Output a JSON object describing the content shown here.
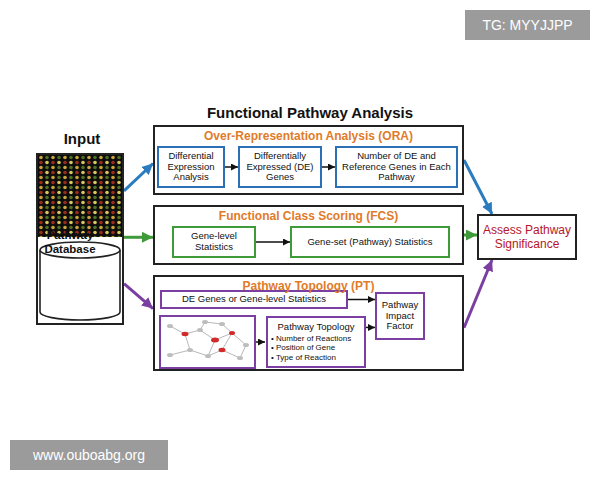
{
  "diagram": {
    "title": "Functional Pathway Analysis",
    "nodes": [
      {
        "text": [
          "Input"
        ]
      },
      {
        "text": [
          "Pathway Database"
        ],
        "in": 0
      },
      {
        "text": [
          "Over-Representation Analysis (ORA)"
        ]
      },
      {
        "text": [
          "Differential Expression Analysis"
        ],
        "in": 2
      },
      {
        "text": [
          "Differentially Expressed (DE) Genes"
        ],
        "in": 2
      },
      {
        "text": [
          "Number of DE and Reference Genes in Each Pathway"
        ],
        "in": 2
      },
      {
        "text": [
          "Functional Class Scoring (FCS)"
        ]
      },
      {
        "text": [
          "Gene-level Statistics"
        ],
        "in": 6
      },
      {
        "text": [
          "Gene-set (Pathway) Statistics"
        ],
        "in": 6
      },
      {
        "text": [
          "Pathway Topology (PT)"
        ]
      },
      {
        "text": [
          "DE Genes or Gene-level Statistics"
        ],
        "in": 9
      },
      {
        "text": [
          "Pathway Topology",
          "• Number of Reactions",
          "• Position of Gene",
          "• Type of Reaction"
        ],
        "in": 9
      },
      {
        "text": [
          "Pathway Impact Factor"
        ],
        "in": 9
      },
      {
        "text": [
          "Assess Pathway Significance"
        ]
      }
    ],
    "edges": [
      {
        "from": 0,
        "to": 2,
        "arrow": "to"
      },
      {
        "from": 0,
        "to": 6,
        "arrow": "to"
      },
      {
        "from": 0,
        "to": 9,
        "arrow": "to"
      },
      {
        "from": 3,
        "to": 4,
        "arrow": "to"
      },
      {
        "from": 4,
        "to": 5,
        "arrow": "to"
      },
      {
        "from": 7,
        "to": 8,
        "arrow": "to"
      },
      {
        "from": 10,
        "to": 12,
        "arrow": "to"
      },
      {
        "from": 11,
        "to": 12,
        "arrow": "to"
      },
      {
        "from": 2,
        "to": 13,
        "arrow": "to"
      },
      {
        "from": 6,
        "to": 13,
        "arrow": "to"
      },
      {
        "from": 9,
        "to": 13,
        "arrow": "to"
      }
    ],
    "labels": [
      "TG: MYYJJPP",
      "www.ouboabg.org"
    ]
  }
}
